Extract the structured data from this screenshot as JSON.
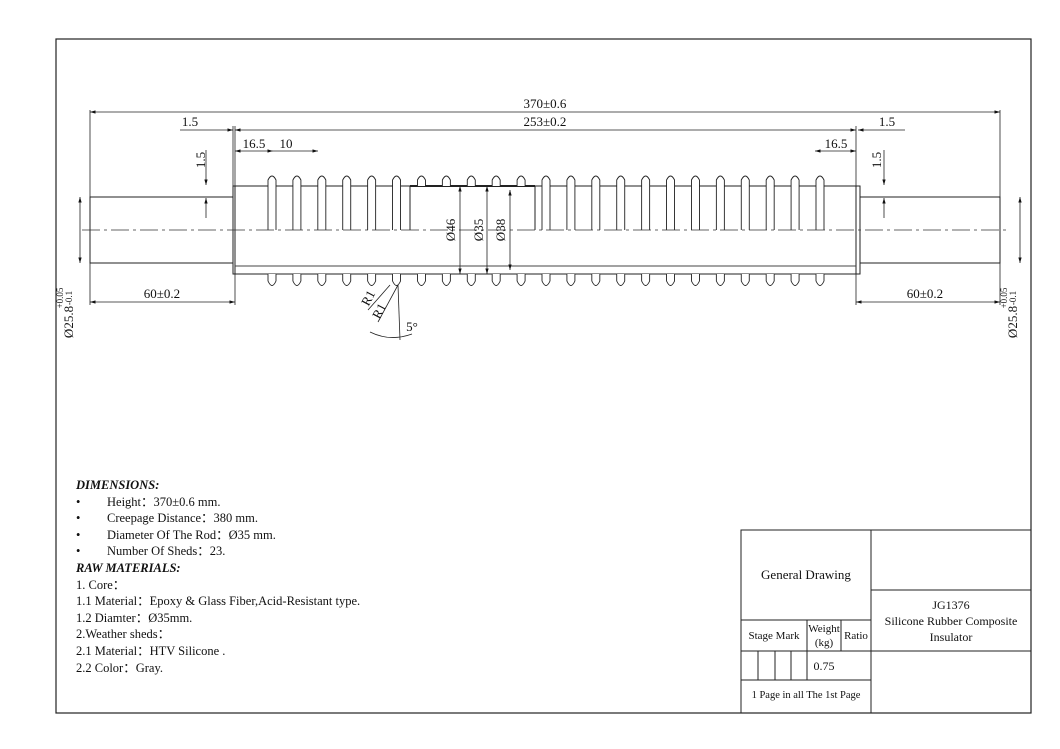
{
  "dimensions": {
    "overall_length": "370±0.6",
    "shed_length": "253±0.2",
    "end_step_left": "1.5",
    "end_step_right": "1.5",
    "step_height_left": "1.5",
    "step_height_right": "1.5",
    "first_shed_offset_left": "16.5",
    "first_shed_offset_right": "16.5",
    "shed_pitch": "10",
    "fitting_length_left": "60±0.2",
    "fitting_length_right": "60±0.2",
    "fitting_diameter_left": "Ø25.8",
    "fitting_diameter_right": "Ø25.8",
    "tol_upper": "+0.05",
    "tol_lower": "-0.1",
    "shed_diameter": "Ø46",
    "rod_diameter": "Ø35",
    "sheath_diameter": "Ø38",
    "radius_1": "R1",
    "radius_2": "R1",
    "shed_angle": "5°"
  },
  "notes": {
    "dimensions_heading": "DIMENSIONS:",
    "dimension_items": [
      "Height：370±0.6 mm.",
      "Creepage Distance：380 mm.",
      "Diameter Of  The Rod：Ø35 mm.",
      "Number Of Sheds：23."
    ],
    "materials_heading": "RAW MATERIALS:",
    "material_lines": [
      "1. Core：",
      "1.1 Material：Epoxy & Glass Fiber,Acid-Resistant type.",
      "1.2 Diamter：Ø35mm.",
      "2.Weather sheds：",
      "2.1 Material：HTV Silicone .",
      "2.2 Color：Gray."
    ]
  },
  "title_block": {
    "drawing_type": "General Drawing",
    "part_number": "JG1376",
    "part_name_line1": "Silicone Rubber Composite",
    "part_name_line2": "Insulator",
    "stage_mark_label": "Stage Mark",
    "weight_label_line1": "Weight",
    "weight_label_line2": "(kg)",
    "ratio_label": "Ratio",
    "weight_value": "0.75",
    "page_info": "1 Page in all The 1st Page"
  }
}
